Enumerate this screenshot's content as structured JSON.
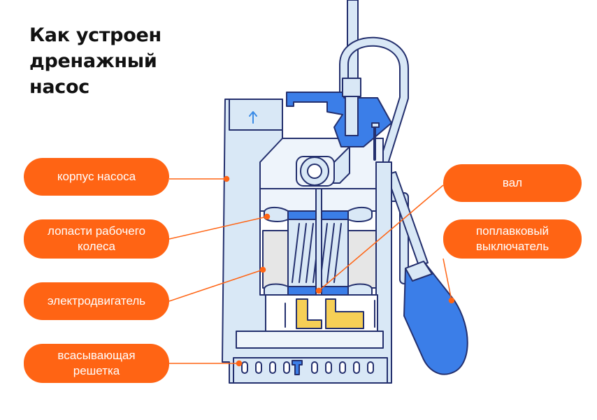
{
  "title": {
    "line1": "Как устроен",
    "line2": "дренажный",
    "line3": "насос"
  },
  "labels": {
    "pump_body": {
      "line1": "корпус насоса"
    },
    "impeller_blades": {
      "line1": "лопасти рабочего",
      "line2": "колеса"
    },
    "motor": {
      "line1": "электродвигатель"
    },
    "intake_grille": {
      "line1": "всасывающая",
      "line2": "решетка"
    },
    "shaft": {
      "line1": "вал"
    },
    "float_switch": {
      "line1": "поплавковый",
      "line2": "выключатель"
    }
  },
  "colors": {
    "accent_orange": "#ff6414",
    "outline_navy": "#24306e",
    "body_light_blue": "#d9e8f6",
    "part_blue": "#3b7ee8",
    "motor_gray": "#e6e6e6",
    "oil_yellow": "#f6cf56",
    "arrow_blue": "#3a8be6"
  }
}
